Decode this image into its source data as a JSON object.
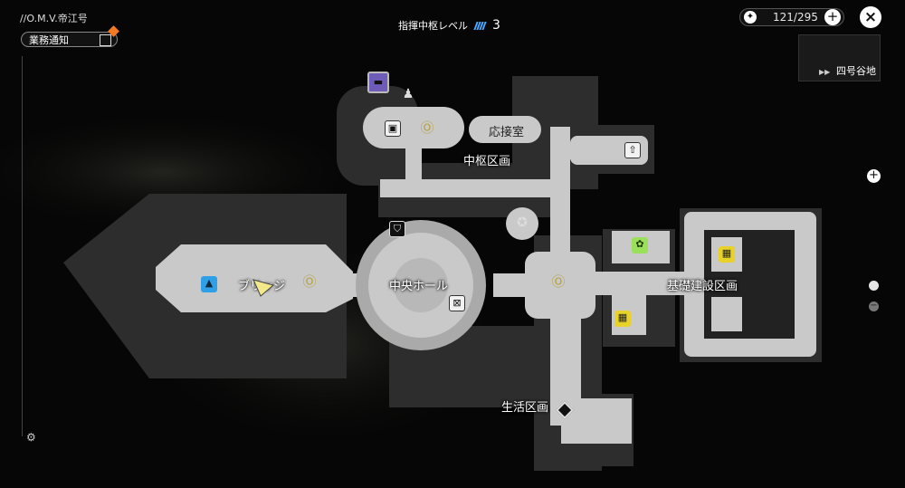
{
  "hud": {
    "ship_name": "//O.M.V.帝江号",
    "notice_label": "業務通知",
    "level_label": "指揮中枢レベル",
    "level_value": "3",
    "counter": "121/295",
    "plus": "+",
    "close": "×",
    "minimap_label": "四号谷地",
    "minimap_arrow": "▶▶",
    "zoom_in": "+",
    "zoom_out": "−",
    "accent": "#f47a22",
    "level_color": "#4ea8ff"
  },
  "map": {
    "areas": {
      "bridge": "ブリッジ",
      "central_hall": "中央ホール",
      "command_block": "中枢区画",
      "reception": "応接室",
      "foundation_block": "基礎建設区画",
      "living_block": "生活区画"
    },
    "icons": {
      "blue": "stairs-icon",
      "purple": "bed-icon",
      "green": "plant-icon",
      "yellow": "grid-icon",
      "triangle": "player-marker-icon"
    }
  }
}
